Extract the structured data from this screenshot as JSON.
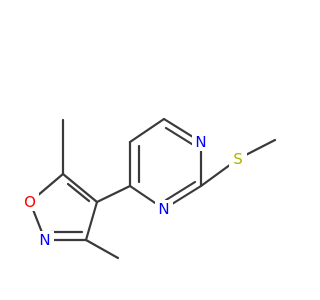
{
  "molecule": {
    "atoms": {
      "oxygen": "O",
      "isoxazole_nitrogen": "N",
      "pyrimidine_n1": "N",
      "pyrimidine_n3": "N",
      "sulfur": "S"
    },
    "colors": {
      "bond": "#3a3a3a",
      "oxygen": "#ff0000",
      "nitrogen": "#0000ff",
      "sulfur": "#b3b300"
    }
  }
}
